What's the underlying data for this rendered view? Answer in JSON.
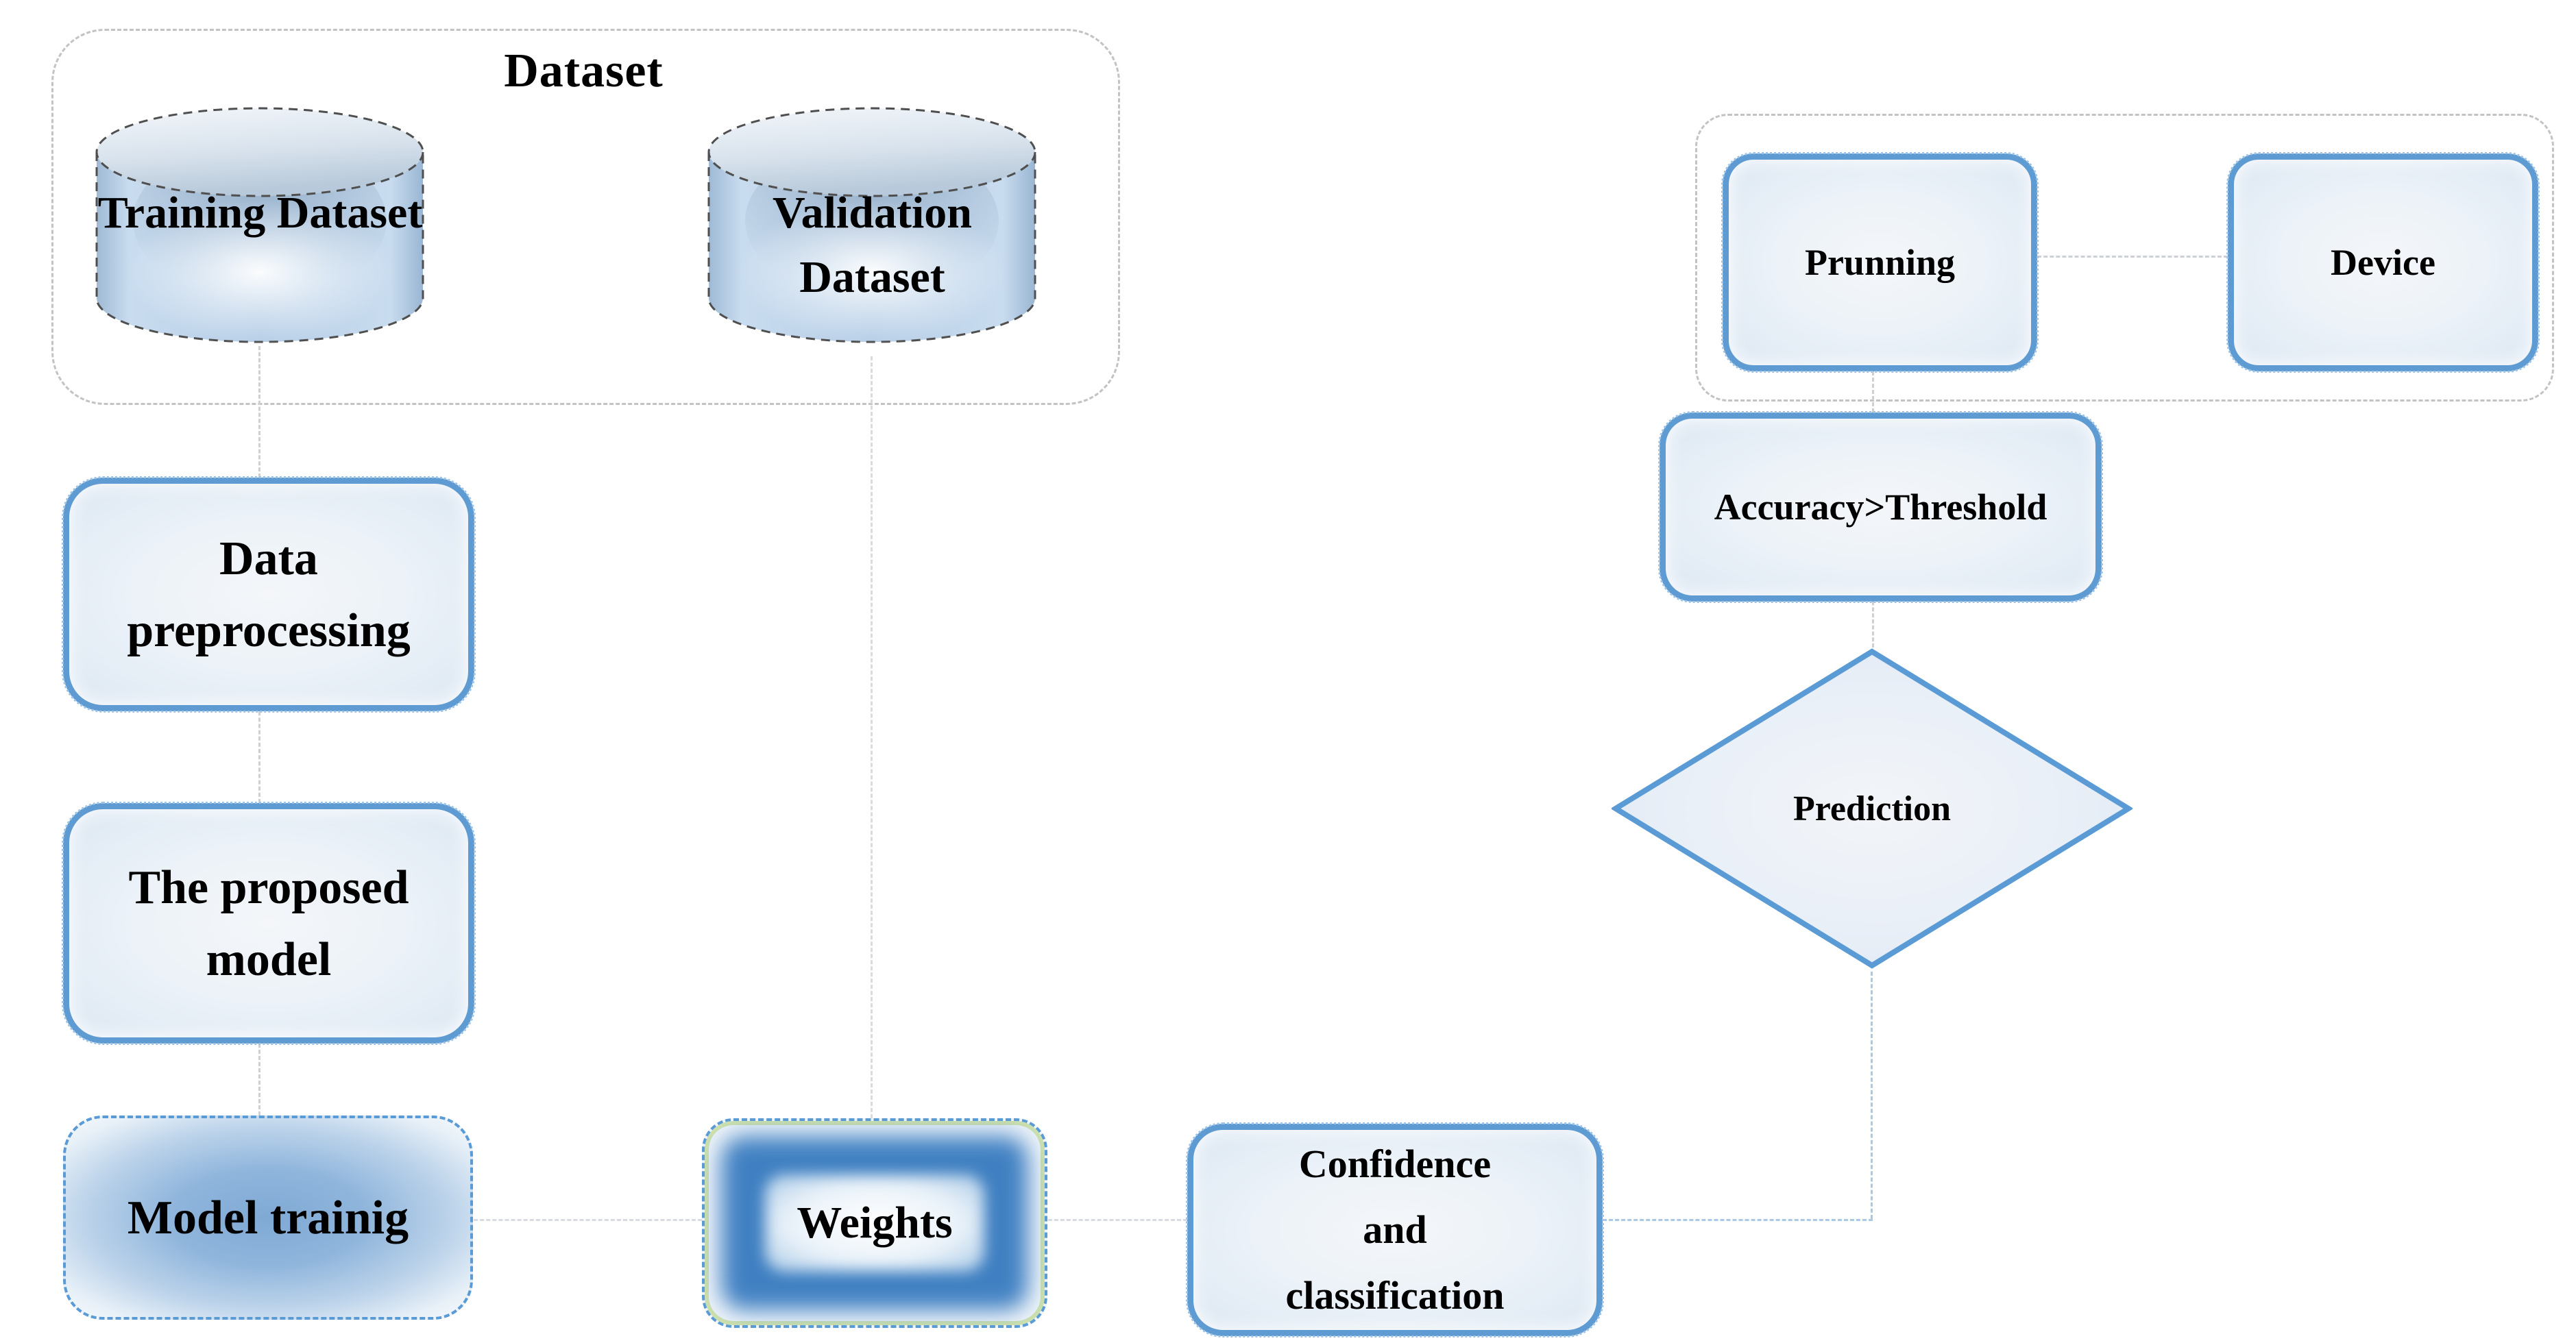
{
  "figure": {
    "type": "flowchart",
    "background": "#ffffff"
  },
  "groups": {
    "dataset": {
      "title": "Dataset"
    }
  },
  "nodes": {
    "training_dataset": {
      "shape": "cylinder",
      "line1": "Training",
      "line2": "Dataset"
    },
    "validation_dataset": {
      "shape": "cylinder",
      "line1": "Validation",
      "line2": "Dataset"
    },
    "data_preprocessing": {
      "shape": "rounded-box",
      "line1": "Data",
      "line2": "preprocessing"
    },
    "proposed_model": {
      "shape": "rounded-box",
      "line1": "The proposed",
      "line2": "model"
    },
    "model_training": {
      "shape": "rounded-box",
      "label": "Model trainig"
    },
    "weights": {
      "shape": "rounded-box",
      "label": "Weights"
    },
    "confidence_classification": {
      "shape": "rounded-box",
      "line1": "Confidence",
      "line2": "and",
      "line3": "classification"
    },
    "pruning": {
      "shape": "rounded-box",
      "label": "Prunning"
    },
    "device": {
      "shape": "rounded-box",
      "label": "Device"
    },
    "accuracy_threshold": {
      "shape": "rounded-box",
      "label": "Accuracy>Threshold"
    },
    "prediction": {
      "shape": "diamond",
      "label": "Prediction"
    }
  },
  "edges": [
    {
      "from": "training_dataset",
      "to": "data_preprocessing",
      "style": "dashed"
    },
    {
      "from": "data_preprocessing",
      "to": "proposed_model",
      "style": "dashed"
    },
    {
      "from": "proposed_model",
      "to": "model_training",
      "style": "dashed"
    },
    {
      "from": "validation_dataset",
      "to": "weights",
      "style": "dashed"
    },
    {
      "from": "model_training",
      "to": "weights",
      "style": "dashed"
    },
    {
      "from": "weights",
      "to": "confidence_classification",
      "style": "dashed"
    },
    {
      "from": "confidence_classification",
      "to": "prediction",
      "style": "dashed"
    },
    {
      "from": "pruning",
      "to": "device",
      "style": "dashed"
    },
    {
      "from": "pruning",
      "to": "accuracy_threshold",
      "style": "dashed"
    },
    {
      "from": "accuracy_threshold",
      "to": "prediction",
      "style": "dashed"
    }
  ],
  "colors": {
    "box_border_blue": "#5f9bd3",
    "box_fill_edge": "#dde8f3",
    "box_fill_center": "#f4f6f9",
    "training_fill_center_blue": "#7fa9d4",
    "weights_ring_blue": "#4080c2",
    "weights_inner_border_green": "#cfe2ad",
    "cylinder_body_blue": "#b5cde6",
    "cylinder_top_light": "#dde6ef",
    "cylinder_outline_gray": "#4f4f4f",
    "group_border_gray": "#c3c3c3",
    "connector_gray": "#cdd1d6",
    "connector_blue": "#a9c9e6",
    "label_color": "#000000"
  }
}
